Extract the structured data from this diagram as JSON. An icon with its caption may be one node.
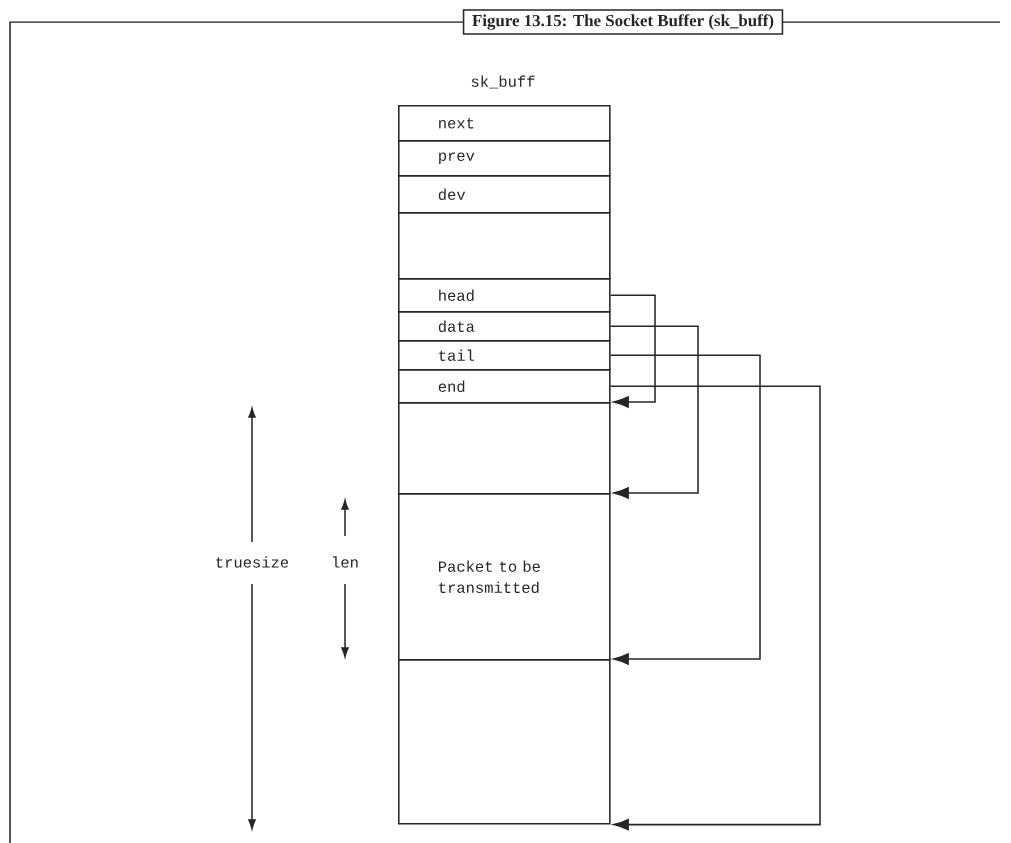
{
  "diagram": {
    "title": "Figure 13.15: The Socket Buffer (sk_buff)",
    "nodes": [
      {
        "text": [
          "next"
        ]
      },
      {
        "text": [
          "prev"
        ]
      },
      {
        "text": [
          "dev"
        ]
      },
      {
        "text": [],
        "shape": "box"
      },
      {
        "text": [
          "head"
        ]
      },
      {
        "text": [
          "data"
        ]
      },
      {
        "text": [
          "tail"
        ]
      },
      {
        "text": [
          "end"
        ]
      },
      {
        "text": [],
        "shape": "box"
      },
      {
        "text": [
          "Packet to be transmitted"
        ]
      },
      {
        "text": [],
        "shape": "box"
      }
    ],
    "edges": [
      {
        "from": 4,
        "to": 8,
        "arrow": "to"
      },
      {
        "from": 5,
        "to": 9,
        "arrow": "to"
      },
      {
        "from": 6,
        "to": 10,
        "arrow": "to"
      },
      {
        "from": 7,
        "to": 10,
        "arrow": "to"
      }
    ],
    "labels": [
      "sk_buff",
      "truesize",
      "len"
    ]
  }
}
